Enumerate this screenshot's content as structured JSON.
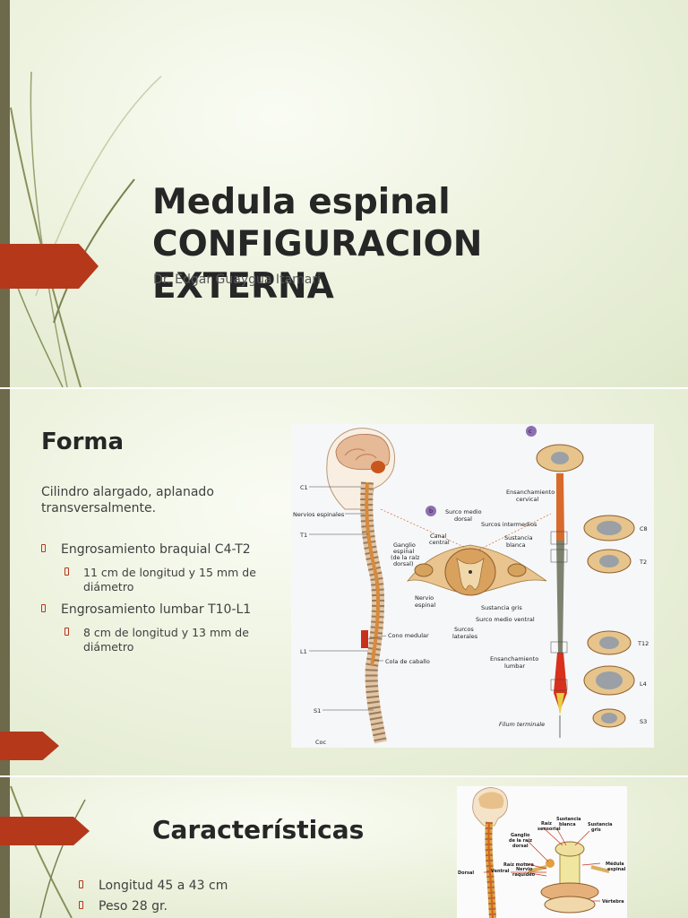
{
  "slide1": {
    "title_line1": "Medula espinal",
    "title_line2": "CONFIGURACION EXTERNA",
    "subtitle": "Dr. Edgar Guaygua Itamari"
  },
  "slide2": {
    "title": "Forma",
    "paragraph": "Cilindro alargado, aplanado transversalmente.",
    "bullets": [
      {
        "text": "Engrosamiento braquial C4-T2",
        "sub": "11 cm de longitud y 15 mm de diámetro"
      },
      {
        "text": "Engrosamiento lumbar T10-L1",
        "sub": "8 cm de longitud y 13 mm de diámetro"
      }
    ],
    "figure_labels": {
      "c1": "C1",
      "nervios": "Nervios espinales",
      "t1": "T1",
      "l1": "L1",
      "s1": "S1",
      "coc": "Coc",
      "cono": "Cono medular",
      "cola": "Cola de caballo",
      "b": "b",
      "c": "c",
      "surco_medio": "Surco medio",
      "dorsal": "dorsal",
      "surco_int": "Surcos intermedios",
      "canal": "Canal",
      "central": "central",
      "sust_blanca_1": "Sustancia",
      "sust_blanca_2": "blanca",
      "ganglio_1": "Ganglio",
      "ganglio_2": "espinal",
      "ganglio_3": "(de la raíz",
      "ganglio_4": "dorsal)",
      "nervio_1": "Nervio",
      "nervio_2": "espinal",
      "sust_gris": "Sustancia gris",
      "surco_ventral": "Surco medio ventral",
      "surcos_lat_1": "Surcos",
      "surcos_lat_2": "laterales",
      "ens_cervical_1": "Ensanchamiento",
      "ens_cervical_2": "cervical",
      "ens_lumbar_1": "Ensanchamiento",
      "ens_lumbar_2": "lumbar",
      "filum": "Filum terminale",
      "c8": "C8",
      "t2": "T2",
      "t12": "T12",
      "l4": "L4",
      "s3": "S3"
    }
  },
  "slide3": {
    "title": "Características",
    "bullets": [
      "Longitud 45 a 43 cm",
      "Peso 28 gr."
    ],
    "figure_labels": {
      "sust_blanca_1": "Sustancia",
      "sust_blanca_2": "blanca",
      "raiz_sens_1": "Raíz",
      "raiz_sens_2": "sensorial",
      "sust_gris_1": "Sustancia",
      "sust_gris_2": "gris",
      "ganglio_1": "Ganglio",
      "ganglio_2": "de la raíz",
      "ganglio_3": "dorsal",
      "raiz_motora": "Raíz motora",
      "nervio_1": "Nervio",
      "nervio_2": "raquídeo",
      "medula_1": "Médula",
      "medula_2": "espinal",
      "dorsal": "Dorsal",
      "ventral": "Ventral",
      "vertebra": "Vértebra"
    }
  },
  "colors": {
    "accent": "#b5381b",
    "bar": "#6d6a4b",
    "vine": "#8a8f5a"
  }
}
